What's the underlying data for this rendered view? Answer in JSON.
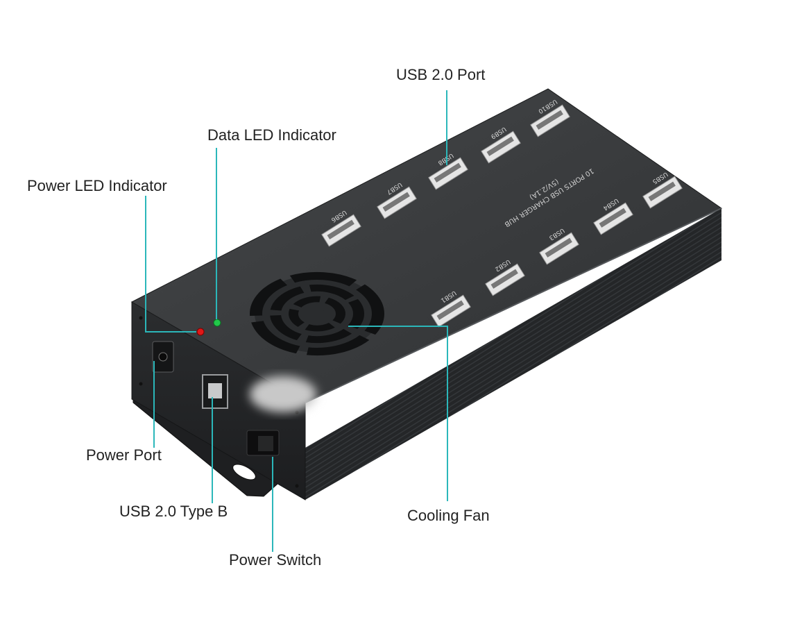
{
  "callouts": {
    "usb_port": "USB 2.0 Port",
    "data_led": "Data LED Indicator",
    "power_led": "Power LED Indicator",
    "power_port": "Power Port",
    "usb_type_b": "USB 2.0 Type B",
    "power_switch": "Power Switch",
    "cooling_fan": "Cooling Fan"
  },
  "hub": {
    "text_lines": [
      "10 PORTS USB CHARGER HUB",
      "(5V/2.1A)"
    ],
    "ports": [
      "USB1",
      "USB2",
      "USB3",
      "USB4",
      "USB5",
      "USB6",
      "USB7",
      "USB8",
      "USB9",
      "USB10"
    ]
  },
  "colors": {
    "leader_line": "#2bb7ba",
    "power_led": "#e01818",
    "data_led": "#22c84a",
    "housing_top": "#3a3c3f",
    "housing_side": "#26282a"
  }
}
